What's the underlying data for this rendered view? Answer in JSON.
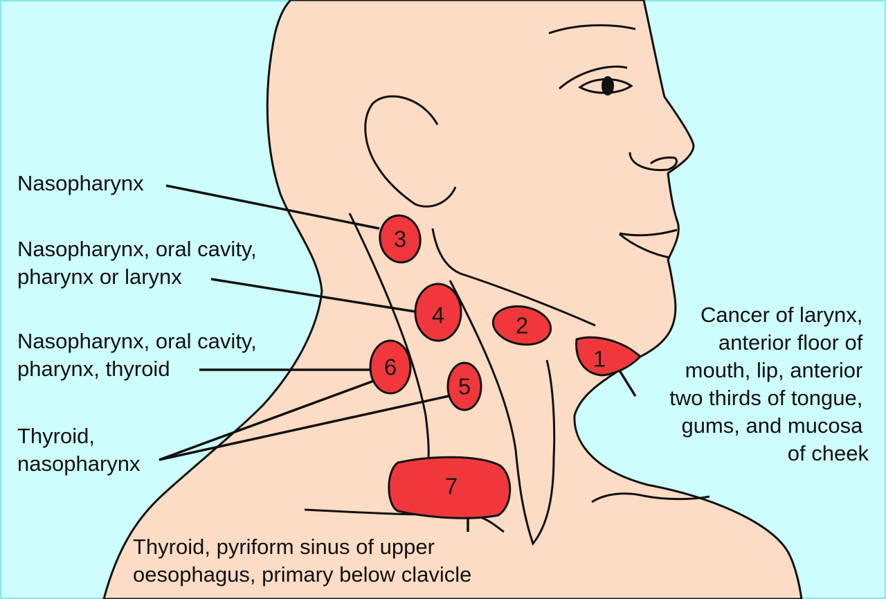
{
  "colors": {
    "background": "#cdfdfd",
    "skin": "#fcdcc4",
    "node": "#f0383c",
    "outline": "#111111"
  },
  "nodes": [
    {
      "id": "1",
      "label": "1"
    },
    {
      "id": "2",
      "label": "2"
    },
    {
      "id": "3",
      "label": "3"
    },
    {
      "id": "4",
      "label": "4"
    },
    {
      "id": "5",
      "label": "5"
    },
    {
      "id": "6",
      "label": "6"
    },
    {
      "id": "7",
      "label": "7"
    }
  ],
  "labels": {
    "nasopharynx": [
      "Nasopharynx"
    ],
    "node4": [
      "Nasopharynx, oral cavity,",
      "pharynx or larynx"
    ],
    "node6": [
      "Nasopharynx, oral cavity,",
      "pharynx, thyroid"
    ],
    "node5_6": [
      "Thyroid,",
      "nasopharynx"
    ],
    "node1": [
      "Cancer of larynx,",
      "anterior floor of",
      "mouth, lip, anterior",
      "two thirds of tongue,",
      "gums, and mucosa",
      "of cheek"
    ],
    "node7": [
      "Thyroid, pyriform sinus of upper",
      "oesophagus, primary below clavicle"
    ]
  }
}
